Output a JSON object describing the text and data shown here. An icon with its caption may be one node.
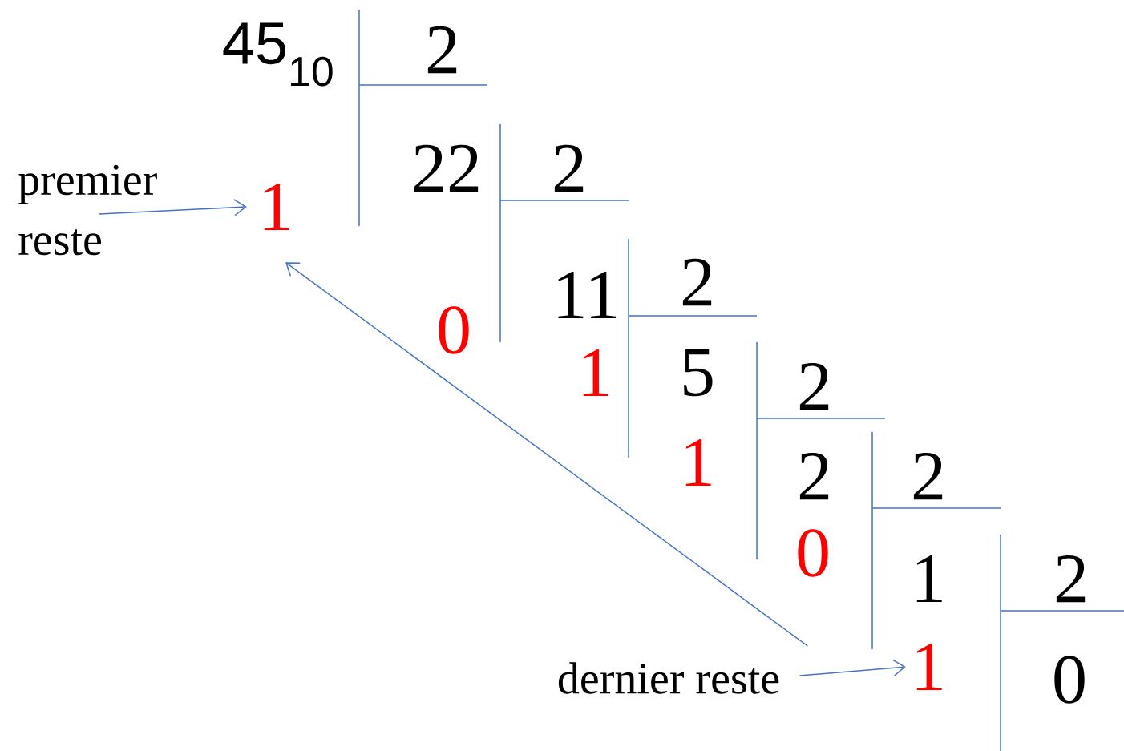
{
  "diagram": {
    "nodes": [
      {
        "text": [
          "premier reste"
        ]
      },
      {
        "text": [
          "1"
        ]
      },
      {
        "text": [
          "dernier reste"
        ]
      },
      {
        "text": [
          "1"
        ]
      }
    ],
    "edges": [
      {
        "from": 0,
        "to": 1,
        "arrow": "to"
      },
      {
        "from": 2,
        "to": 3,
        "arrow": "to"
      },
      {
        "from": 2,
        "to": 1,
        "arrow": "to"
      }
    ],
    "labels": [
      "45$_{10}$",
      "2",
      "22",
      "2",
      "11",
      "2",
      "0",
      "1",
      "5",
      "2",
      "1",
      "2",
      "2",
      "0",
      "1",
      "2",
      "0"
    ]
  }
}
